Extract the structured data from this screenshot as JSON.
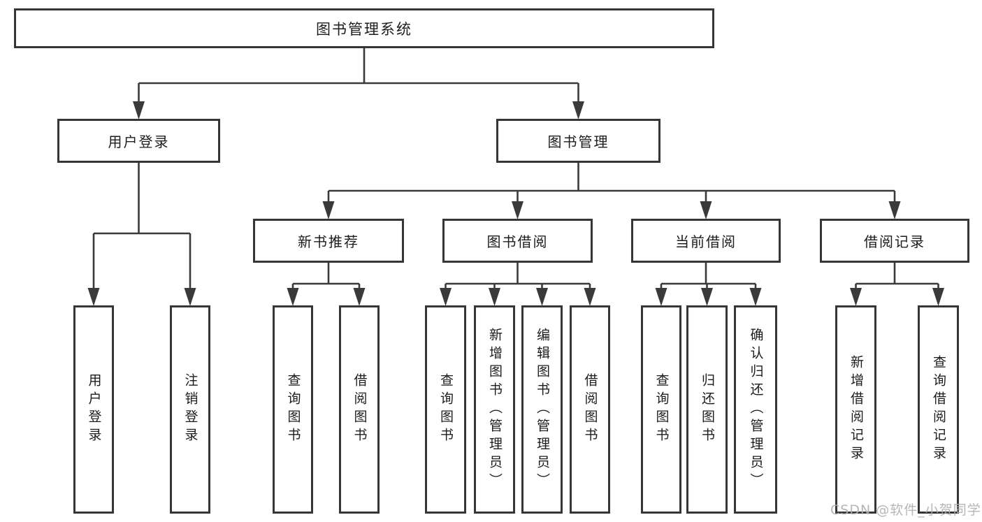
{
  "diagram": {
    "title": "图书管理系统",
    "watermark": "CSDN @软件_小贺同学",
    "colors": {
      "line": "#3a3a3a",
      "box_border": "#363636",
      "text": "#1c1c1c",
      "background": "#ffffff",
      "watermark": "#b0b0b0"
    },
    "nodes": [
      {
        "id": "root",
        "label": "图书管理系统",
        "parent": null,
        "orientation": "horizontal"
      },
      {
        "id": "user-login",
        "label": "用户登录",
        "parent": "root",
        "orientation": "horizontal"
      },
      {
        "id": "book-mgmt",
        "label": "图书管理",
        "parent": "root",
        "orientation": "horizontal"
      },
      {
        "id": "new-book-rec",
        "label": "新书推荐",
        "parent": "book-mgmt",
        "orientation": "horizontal"
      },
      {
        "id": "book-borrow",
        "label": "图书借阅",
        "parent": "book-mgmt",
        "orientation": "horizontal"
      },
      {
        "id": "current-borrow",
        "label": "当前借阅",
        "parent": "book-mgmt",
        "orientation": "horizontal"
      },
      {
        "id": "borrow-record",
        "label": "借阅记录",
        "parent": "book-mgmt",
        "orientation": "horizontal"
      },
      {
        "id": "login",
        "label": "用户登录",
        "parent": "user-login",
        "orientation": "vertical"
      },
      {
        "id": "logout",
        "label": "注销登录",
        "parent": "user-login",
        "orientation": "vertical"
      },
      {
        "id": "rec-query",
        "label": "查询图书",
        "parent": "new-book-rec",
        "orientation": "vertical"
      },
      {
        "id": "rec-borrow",
        "label": "借阅图书",
        "parent": "new-book-rec",
        "orientation": "vertical"
      },
      {
        "id": "bb-query",
        "label": "查询图书",
        "parent": "book-borrow",
        "orientation": "vertical"
      },
      {
        "id": "bb-add",
        "label": "新增图书（管理员）",
        "parent": "book-borrow",
        "orientation": "vertical"
      },
      {
        "id": "bb-edit",
        "label": "编辑图书（管理员）",
        "parent": "book-borrow",
        "orientation": "vertical"
      },
      {
        "id": "bb-borrow",
        "label": "借阅图书",
        "parent": "book-borrow",
        "orientation": "vertical"
      },
      {
        "id": "cb-query",
        "label": "查询图书",
        "parent": "current-borrow",
        "orientation": "vertical"
      },
      {
        "id": "cb-return",
        "label": "归还图书",
        "parent": "current-borrow",
        "orientation": "vertical"
      },
      {
        "id": "cb-confirm",
        "label": "确认归还（管理员）",
        "parent": "current-borrow",
        "orientation": "vertical"
      },
      {
        "id": "br-add",
        "label": "新增借阅记录",
        "parent": "borrow-record",
        "orientation": "vertical"
      },
      {
        "id": "br-query",
        "label": "查询借阅记录",
        "parent": "borrow-record",
        "orientation": "vertical"
      }
    ]
  }
}
